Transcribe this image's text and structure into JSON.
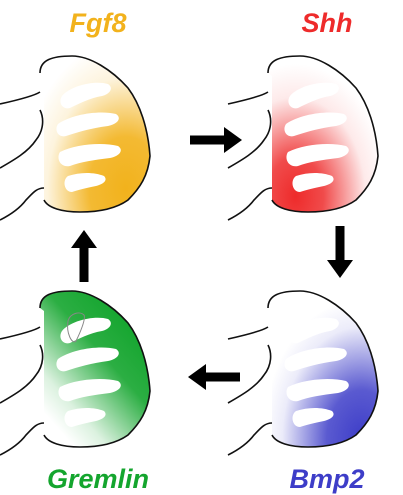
{
  "genes": [
    {
      "key": "fgf8",
      "label": "Fgf8",
      "color": "#F2B21C"
    },
    {
      "key": "shh",
      "label": "Shh",
      "color": "#EE2B2B"
    },
    {
      "key": "bmp2",
      "label": "Bmp2",
      "color": "#3D3DC8"
    },
    {
      "key": "gremlin",
      "label": "Gremlin",
      "color": "#14A52E"
    }
  ],
  "arrows": [
    {
      "from": "fgf8",
      "to": "shh"
    },
    {
      "from": "shh",
      "to": "bmp2"
    },
    {
      "from": "bmp2",
      "to": "gremlin"
    },
    {
      "from": "gremlin",
      "to": "fgf8"
    }
  ]
}
